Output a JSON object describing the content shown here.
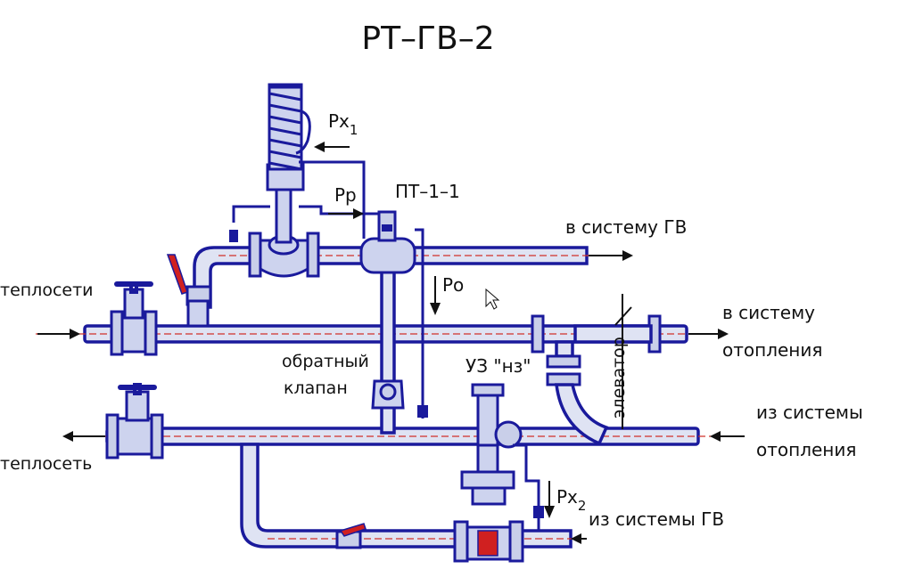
{
  "diagram": {
    "title": "РТ–ГВ–2",
    "labels": {
      "px1": "Px",
      "px1_sub": "1",
      "pr": "Рр",
      "pt11": "ПТ–1–1",
      "to_gv": "в систему ГВ",
      "po": "Ро",
      "from_heatnet": "теплосети",
      "to_heating_1": "в систему",
      "to_heating_2": "отопления",
      "check_valve_1": "обратный",
      "check_valve_2": "клапан",
      "uz": "УЗ \"нз\"",
      "elevator": "элеватор",
      "from_heating_1": "из системы",
      "from_heating_2": "отопления",
      "to_heatnet": "теплосеть",
      "px2": "Px",
      "px2_sub": "2",
      "from_gv": "из системы ГВ"
    }
  }
}
